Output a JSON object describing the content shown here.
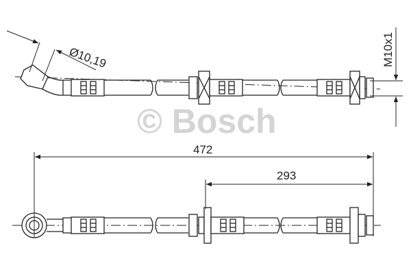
{
  "watermark": "© Bosch",
  "dimensions": {
    "diameter": "Ø10,19",
    "thread": "M10x1",
    "total_length": "472",
    "partial_length": "293"
  }
}
